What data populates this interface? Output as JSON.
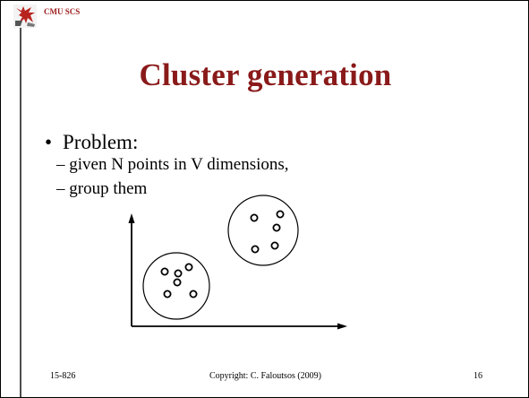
{
  "header": {
    "lab_label": "CMU SCS"
  },
  "slide": {
    "title": "Cluster generation",
    "bullet": {
      "marker": "•",
      "text": "Problem:"
    },
    "sub_items": [
      "–  given N points in V dimensions,",
      "– group them"
    ]
  },
  "figure": {
    "clusters": [
      {
        "points": 6
      },
      {
        "points": 5
      }
    ]
  },
  "footer": {
    "course": "15-826",
    "copyright": "Copyright: C. Faloutsos (2009)",
    "page_number": "16"
  },
  "colors": {
    "title": "#8a1a1a",
    "lab_label": "#9b1c1c",
    "text": "#000000",
    "rule": "#4d4d4d"
  }
}
